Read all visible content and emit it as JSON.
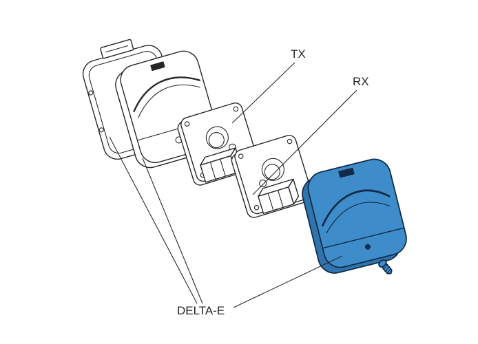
{
  "figure": {
    "labels": {
      "tx": "TX",
      "rx": "RX",
      "delta_e": "DELTA-E"
    },
    "colors": {
      "line": "#262626",
      "cover_front": "#3f8cca",
      "cover_side": "#2f74ad",
      "cover_detail": "#102c49",
      "background": "#ffffff"
    }
  }
}
